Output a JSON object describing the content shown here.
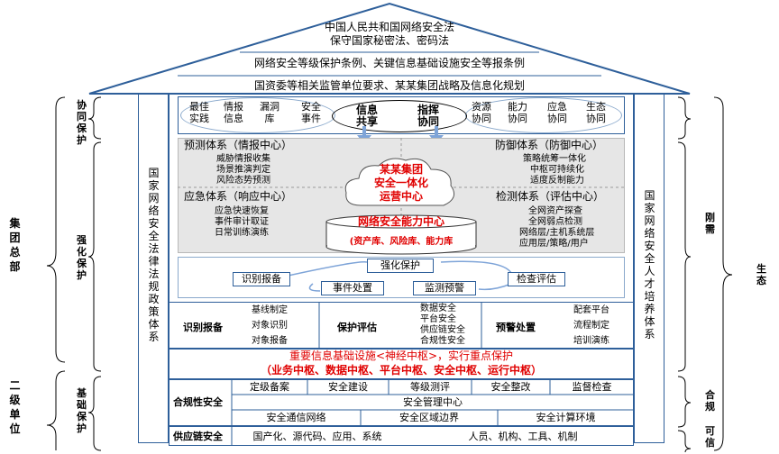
{
  "roof": {
    "line1": "中国人民共和国网络安全法",
    "line2": "保守国家秘密法、密码法",
    "line3": "网络安全等级保护条例、关键信息基础设施安全等报条例",
    "line4": "国资委等相关监管单位要求、某某集团战略及信息化规划"
  },
  "left_outer": {
    "group": "集团总部",
    "unit": "二级单位"
  },
  "left_inner": {
    "coop": "协同保护",
    "strong": "强化保护",
    "base": "基础保护"
  },
  "pillar_left": "国家网络安全法律法规政策体系",
  "pillar_right": "国家网络安全人才培养体系",
  "right_inner": {
    "rigid": "刚需",
    "compliance": "合规",
    "trusted": "可信"
  },
  "right_outer": "生态",
  "collab": {
    "items_left": [
      "最佳实践",
      "情报信息",
      "漏洞库",
      "安全事件"
    ],
    "share": "信息共享",
    "command": "指挥协同",
    "items_right": [
      "资源协同",
      "能力协同",
      "应急协同",
      "生态协同"
    ]
  },
  "quadrants": {
    "predict_title": "预测体系（情报中心）",
    "predict_items": [
      "威胁情报收集",
      "场景推演判定",
      "风险态势预测"
    ],
    "defend_title": "防御体系（防御中心）",
    "defend_items": [
      "策略统筹一体化",
      "中枢可持续化",
      "适度反制能力"
    ],
    "respond_title": "应急体系（响应中心）",
    "respond_items": [
      "应急快速恢复",
      "事件审计取证",
      "日常训练演练"
    ],
    "detect_title": "检测体系（评估中心）",
    "detect_items": [
      "全网资产探查",
      "全网弱点检测",
      "网络层/主机系统层",
      "应用层/策略/用户"
    ]
  },
  "cloud": {
    "line1": "某某集团",
    "line2": "安全一体化",
    "line3": "运营中心"
  },
  "capability": {
    "title": "网络安全能力中心",
    "subtitle": "(资产库、风险库、能力库"
  },
  "cycle": {
    "strengthen": "强化保护",
    "identify": "识别报备",
    "inspect": "检查评估",
    "incident": "事件处置",
    "monitor": "监测预警"
  },
  "ops": {
    "col1_title": "识别报备",
    "col1_items": [
      "基线制定",
      "对象识别",
      "对象报备"
    ],
    "col2_title": "保护评估",
    "col2_items": [
      "数据安全",
      "平台安全",
      "供应链安全",
      "合规性安全"
    ],
    "col3_title": "预警处置",
    "col3_items": [
      "配套平台",
      "流程制定",
      "培训演练"
    ]
  },
  "critical": {
    "line1": "重要信息基础设施<神经中枢>，实行重点保护",
    "line2": "（业务中枢、数据中枢、平台中枢、安全中枢、运行中枢）"
  },
  "compliance_block": {
    "label": "合规性安全",
    "row1": [
      "定级备案",
      "安全建设",
      "等级测评",
      "安全整改",
      "监督检查"
    ],
    "row2": "安全管理中心",
    "row3": [
      "安全通信网络",
      "安全区域边界",
      "安全计算环境"
    ]
  },
  "supply": {
    "label": "供应链安全",
    "item1": "国产化、源代码、应用、系统",
    "item2": "人员、机构、工具、机制"
  },
  "colors": {
    "frame": "#2e5f9a",
    "accent_red": "#e00000",
    "grey_panel": "#e6e6e6"
  }
}
